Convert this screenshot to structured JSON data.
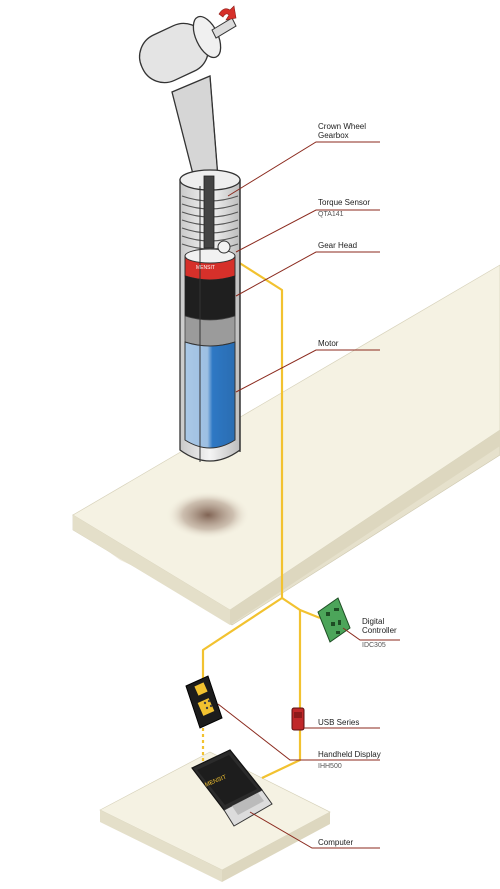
{
  "labels": {
    "crown_wheel_line1": "Crown Wheel",
    "crown_wheel_line2": "Gearbox",
    "torque_sensor": "Torque Sensor",
    "torque_sensor_model": "QTA141",
    "gear_head": "Gear Head",
    "motor": "Motor",
    "digital_controller_line1": "Digital",
    "digital_controller_line2": "Controller",
    "digital_controller_model": "IDC305",
    "usb_series": "USB Series",
    "handheld_display": "Handheld Display",
    "handheld_display_model": "IHH500",
    "computer": "Computer"
  },
  "brand_text": "MENSIT",
  "colors": {
    "leader_line": "#8b2a1e",
    "cable": "#f2c230",
    "platform": "#f4f1e1",
    "motor_blue": "#2e78c4",
    "sensor_red": "#d6302a",
    "controller_board": "#4ca55a",
    "usb_device": "#c0282a"
  }
}
